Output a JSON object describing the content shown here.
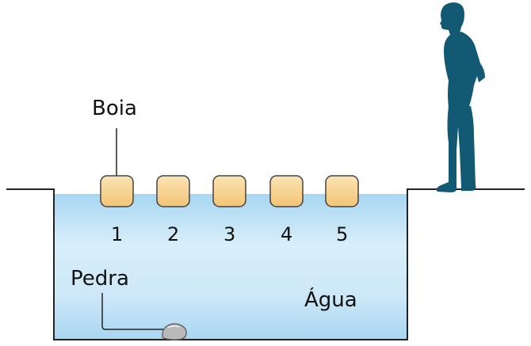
{
  "labels": {
    "buoy": "Boia",
    "stone": "Pedra",
    "water": "Água"
  },
  "buoys": [
    {
      "number": "1"
    },
    {
      "number": "2"
    },
    {
      "number": "3"
    },
    {
      "number": "4"
    },
    {
      "number": "5"
    }
  ],
  "colors": {
    "water_top": "#a9d8f1",
    "water_mid": "#d6ecf9",
    "buoy_fill": "#f7cf8a",
    "buoy_stroke": "#444444",
    "person": "#125a73",
    "outline": "#222222"
  }
}
